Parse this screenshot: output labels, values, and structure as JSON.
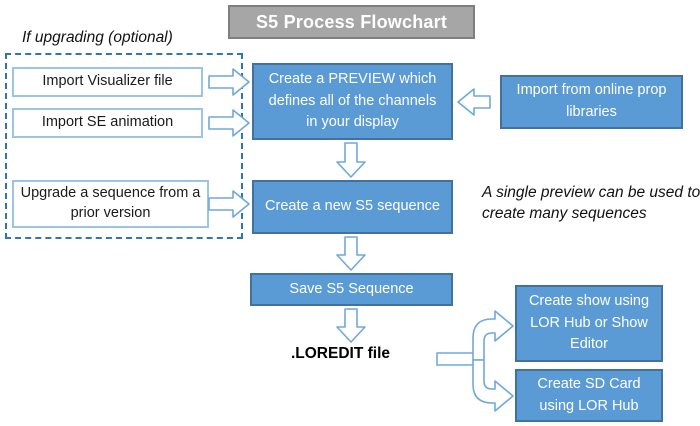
{
  "title": "S5 Process Flowchart",
  "upgrade_section": {
    "label": "If upgrading (optional)",
    "boxes": [
      "Import Visualizer file",
      "Import SE animation",
      "Upgrade a sequence from a prior version"
    ]
  },
  "main_flow": {
    "preview": "Create a PREVIEW which defines all of the channels in your display",
    "new_sequence": "Create a new S5 sequence",
    "save": "Save S5 Sequence",
    "file_label": ".LOREDIT file"
  },
  "side": {
    "import_props": "Import from online prop libraries",
    "note": "A single preview can be used to create many sequences",
    "create_show": "Create show using LOR Hub or Show Editor",
    "create_sd": "Create SD Card using LOR Hub"
  },
  "colors": {
    "box_fill": "#5B9BD5",
    "box_border": "#41719C",
    "light_box_border": "#9DC3E6",
    "dashed_border": "#2E75B6",
    "arrow_outline": "#6FA8DC",
    "title_fill": "#A6A6A6",
    "title_border": "#7F7F7F"
  }
}
